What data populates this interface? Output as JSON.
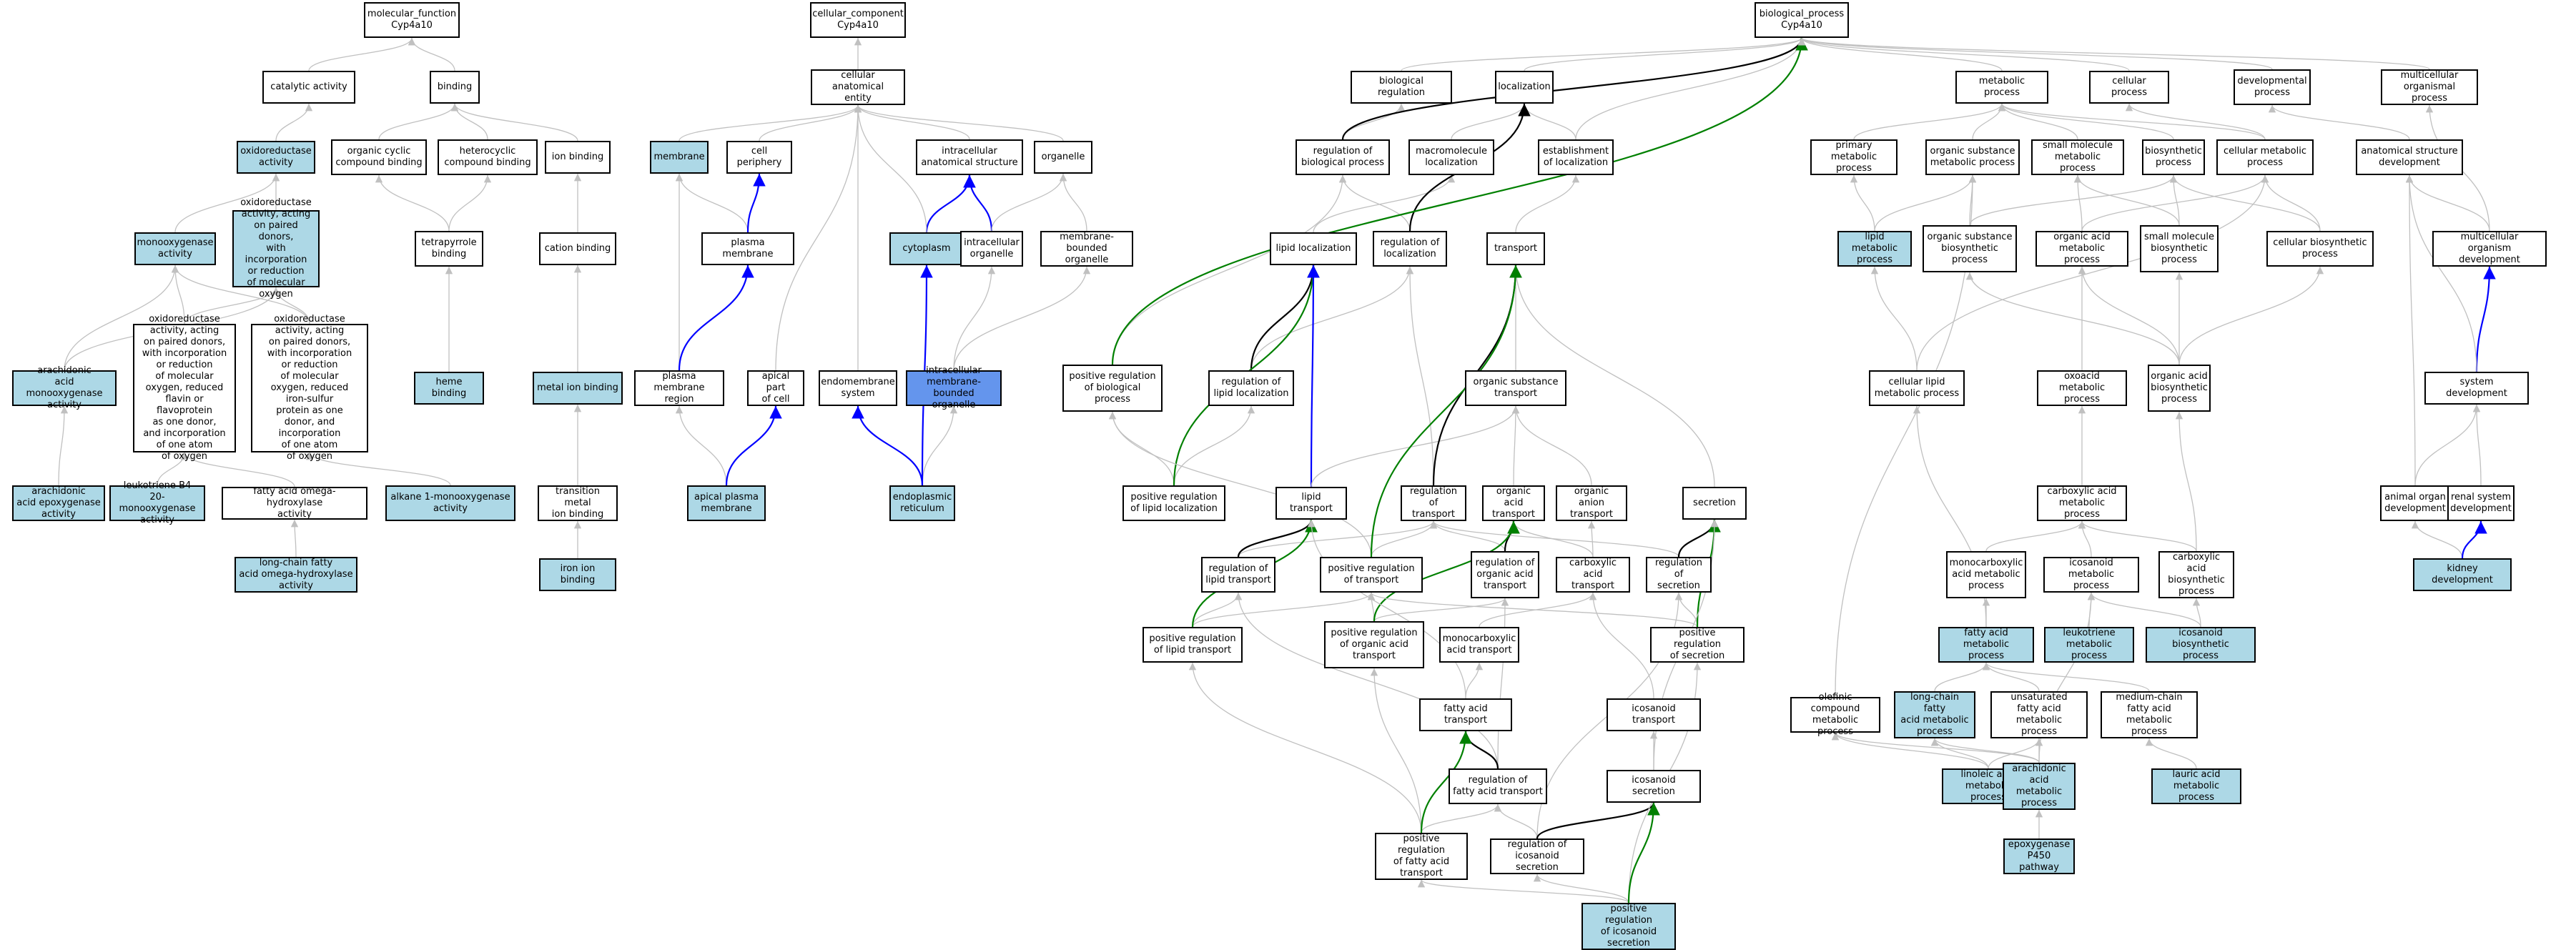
{
  "colors": {
    "default": "#ffffff",
    "annotated": "#add8e6",
    "highlight": "#6495ed",
    "edge_is_a": "#c0c0c0",
    "edge_part_of": "#0000ff",
    "edge_regulates": "#000000",
    "edge_pos_regulates": "#008000"
  },
  "nodes": {
    "mf": "molecular_function\nCyp4a10",
    "cc": "cellular_component\nCyp4a10",
    "bp": "biological_process\nCyp4a10",
    "cat": "catalytic activity",
    "bind": "binding",
    "oxred": "oxidoreductase\nactivity",
    "oxpair": "oxidoreductase\nactivity, acting\non paired donors,\nwith incorporation\nor reduction\nof molecular\noxygen",
    "monoox": "monooxygenase\nactivity",
    "oxflav": "oxidoreductase\nactivity, acting\non paired donors,\nwith incorporation\nor reduction\nof molecular\noxygen, reduced\nflavin or flavoprotein\nas one donor,\nand incorporation\nof one atom\nof oxygen",
    "oxfes": "oxidoreductase\nactivity, acting\non paired donors,\nwith incorporation\nor reduction\nof molecular\noxygen, reduced\niron-sulfur\nprotein as one\ndonor, and incorporation\nof one atom\nof oxygen",
    "araepox": "arachidonic\nacid monooxygenase\nactivity",
    "araepox2": "arachidonic\nacid epoxygenase\nactivity",
    "ltb4": "leukotriene-B4\n20-monooxygenase\nactivity",
    "faomega": "fatty acid omega-hydroxylase\nactivity",
    "alkmono": "alkane 1-monooxygenase\nactivity",
    "lcfa_omega": "long-chain fatty\nacid omega-hydroxylase\nactivity",
    "orgcyc": "organic cyclic\ncompound binding",
    "hetcyc": "heterocyclic\ncompound binding",
    "ionbind": "ion binding",
    "tetrapyr": "tetrapyrrole\nbinding",
    "cation": "cation binding",
    "heme": "heme binding",
    "metal": "metal ion binding",
    "transmetal": "transition metal\nion binding",
    "iron": "iron ion binding",
    "cae": "cellular anatomical\nentity",
    "membrane": "membrane",
    "cellper": "cell periphery",
    "intanat": "intracellular\nanatomical structure",
    "organelle": "organelle",
    "plasmem": "plasma membrane",
    "cytoplasm": "cytoplasm",
    "intorg": "intracellular\norganelle",
    "membbound": "membrane-bounded\norganelle",
    "pmregion": "plasma membrane\nregion",
    "apicalpart": "apical part\nof cell",
    "endomem": "endomembrane\nsystem",
    "intmbo": "intracellular\nmembrane-bounded\norganelle",
    "apicalpm": "apical plasma\nmembrane",
    "er": "endoplasmic\nreticulum",
    "bioreg": "biological regulation",
    "loc": "localization",
    "regbp": "regulation of\nbiological process",
    "macroloc": "macromolecule\nlocalization",
    "estloc": "establishment\nof localization",
    "lipidloc": "lipid localization",
    "regloc": "regulation of\nlocalization",
    "transport": "transport",
    "posregbp": "positive regulation\nof biological\nprocess",
    "reglipidloc": "regulation of\nlipid localization",
    "orgsubtrans": "organic substance\ntransport",
    "posreglipidloc": "positive regulation\nof lipid localization",
    "lipidtrans": "lipid transport",
    "regtrans": "regulation of\ntransport",
    "orgacidtrans": "organic acid\ntransport",
    "organiontrans": "organic anion\ntransport",
    "secretion": "secretion",
    "reglipidtrans": "regulation of\nlipid transport",
    "posregtrans": "positive regulation\nof transport",
    "regorgacidtrans": "regulation of\norganic acid\ntransport",
    "carbacidtrans": "carboxylic acid\ntransport",
    "regsecretion": "regulation of\nsecretion",
    "posreglipidtrans": "positive regulation\nof lipid transport",
    "posregorgacidtrans": "positive regulation\nof organic acid\ntransport",
    "monocarbtrans": "monocarboxylic\nacid transport",
    "posregsecretion": "positive regulation\nof secretion",
    "fatrans": "fatty acid transport",
    "icosatrans": "icosanoid transport",
    "regfatrans": "regulation of\nfatty acid transport",
    "icosasec": "icosanoid secretion",
    "posregfatrans": "positive regulation\nof fatty acid\ntransport",
    "regicosasec": "regulation of\nicosanoid secretion",
    "posregicosasec": "positive regulation\nof icosanoid\nsecretion",
    "metab": "metabolic process",
    "cellproc": "cellular process",
    "devproc": "developmental\nprocess",
    "multiorg": "multicellular\norganismal process",
    "primmet": "primary metabolic\nprocess",
    "orgsubmet": "organic substance\nmetabolic process",
    "smallmol": "small molecule\nmetabolic process",
    "biosyn": "biosynthetic\nprocess",
    "cellmet": "cellular metabolic\nprocess",
    "anatdev": "anatomical structure\ndevelopment",
    "lipidmet": "lipid metabolic\nprocess",
    "orgsubbiosyn": "organic substance\nbiosynthetic\nprocess",
    "orgacidmet": "organic acid\nmetabolic process",
    "smallbiosyn": "small molecule\nbiosynthetic\nprocess",
    "cellbiosyn": "cellular biosynthetic\nprocess",
    "multidev": "multicellular\norganism development",
    "celllipidmet": "cellular lipid\nmetabolic process",
    "oxoacid": "oxoacid metabolic\nprocess",
    "orgacidbiosyn": "organic acid\nbiosynthetic\nprocess",
    "sysdev": "system development",
    "carbacidmet": "carboxylic acid\nmetabolic process",
    "animorgan": "animal organ\ndevelopment",
    "renal": "renal system\ndevelopment",
    "monocarbmet": "monocarboxylic\nacid metabolic\nprocess",
    "icosamet": "icosanoid metabolic\nprocess",
    "carbbiosyn": "carboxylic acid\nbiosynthetic\nprocess",
    "kidney": "kidney development",
    "famet": "fatty acid metabolic\nprocess",
    "leukomet": "leukotriene\nmetabolic process",
    "icosabiosyn": "icosanoid biosynthetic\nprocess",
    "olefinic": "olefinic compound\nmetabolic process",
    "lcfamet": "long-chain fatty\nacid metabolic\nprocess",
    "unsatfa": "unsaturated\nfatty acid metabolic\nprocess",
    "medfa": "medium-chain\nfatty acid metabolic\nprocess",
    "linoleic": "linoleic acid\nmetabolic process",
    "arachmet": "arachidonic\nacid metabolic\nprocess",
    "lauric": "lauric acid\nmetabolic process",
    "epoxp450": "epoxygenase\nP450 pathway"
  }
}
